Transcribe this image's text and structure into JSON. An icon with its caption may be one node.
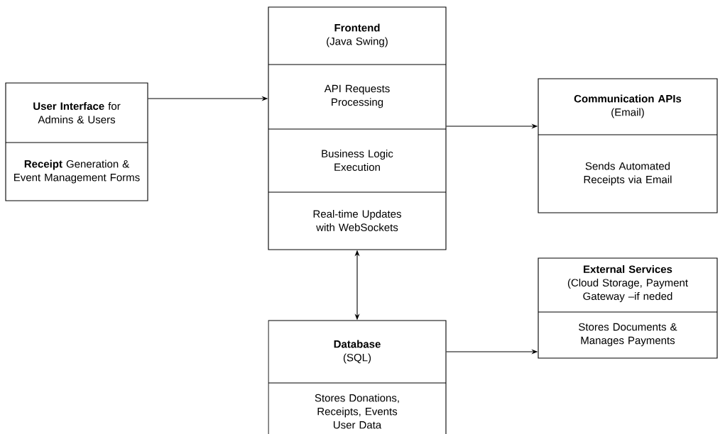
{
  "diagram": {
    "nodes": [
      {
        "text": [
          "**User Interface** for Admins & Users",
          "**Receipt** Generation & Event Management Forms"
        ]
      },
      {
        "text": [
          "Frontend",
          "(Java Swing)",
          "API Requests Processing",
          "Business Logic Execution",
          "Real-time Updates with WebSockets"
        ]
      },
      {
        "text": [
          "Communication APIs",
          "(Email)",
          "Sends Automated Receipts via Email"
        ]
      },
      {
        "text": [
          "Database",
          "(SQL)",
          "Stores Donations, Receipts, Events User Data"
        ]
      },
      {
        "text": [
          "External Services",
          "(Cloud Storage, Payment Gateway –if neded",
          "Stores Documents & Manages Payments"
        ]
      }
    ],
    "edges": [
      {
        "from": 0,
        "to": 1,
        "arrow": "to"
      },
      {
        "from": 1,
        "to": 2,
        "arrow": "to"
      },
      {
        "from": 1,
        "to": 3,
        "arrow": "both"
      },
      {
        "from": 3,
        "to": 4,
        "arrow": "to"
      }
    ]
  }
}
